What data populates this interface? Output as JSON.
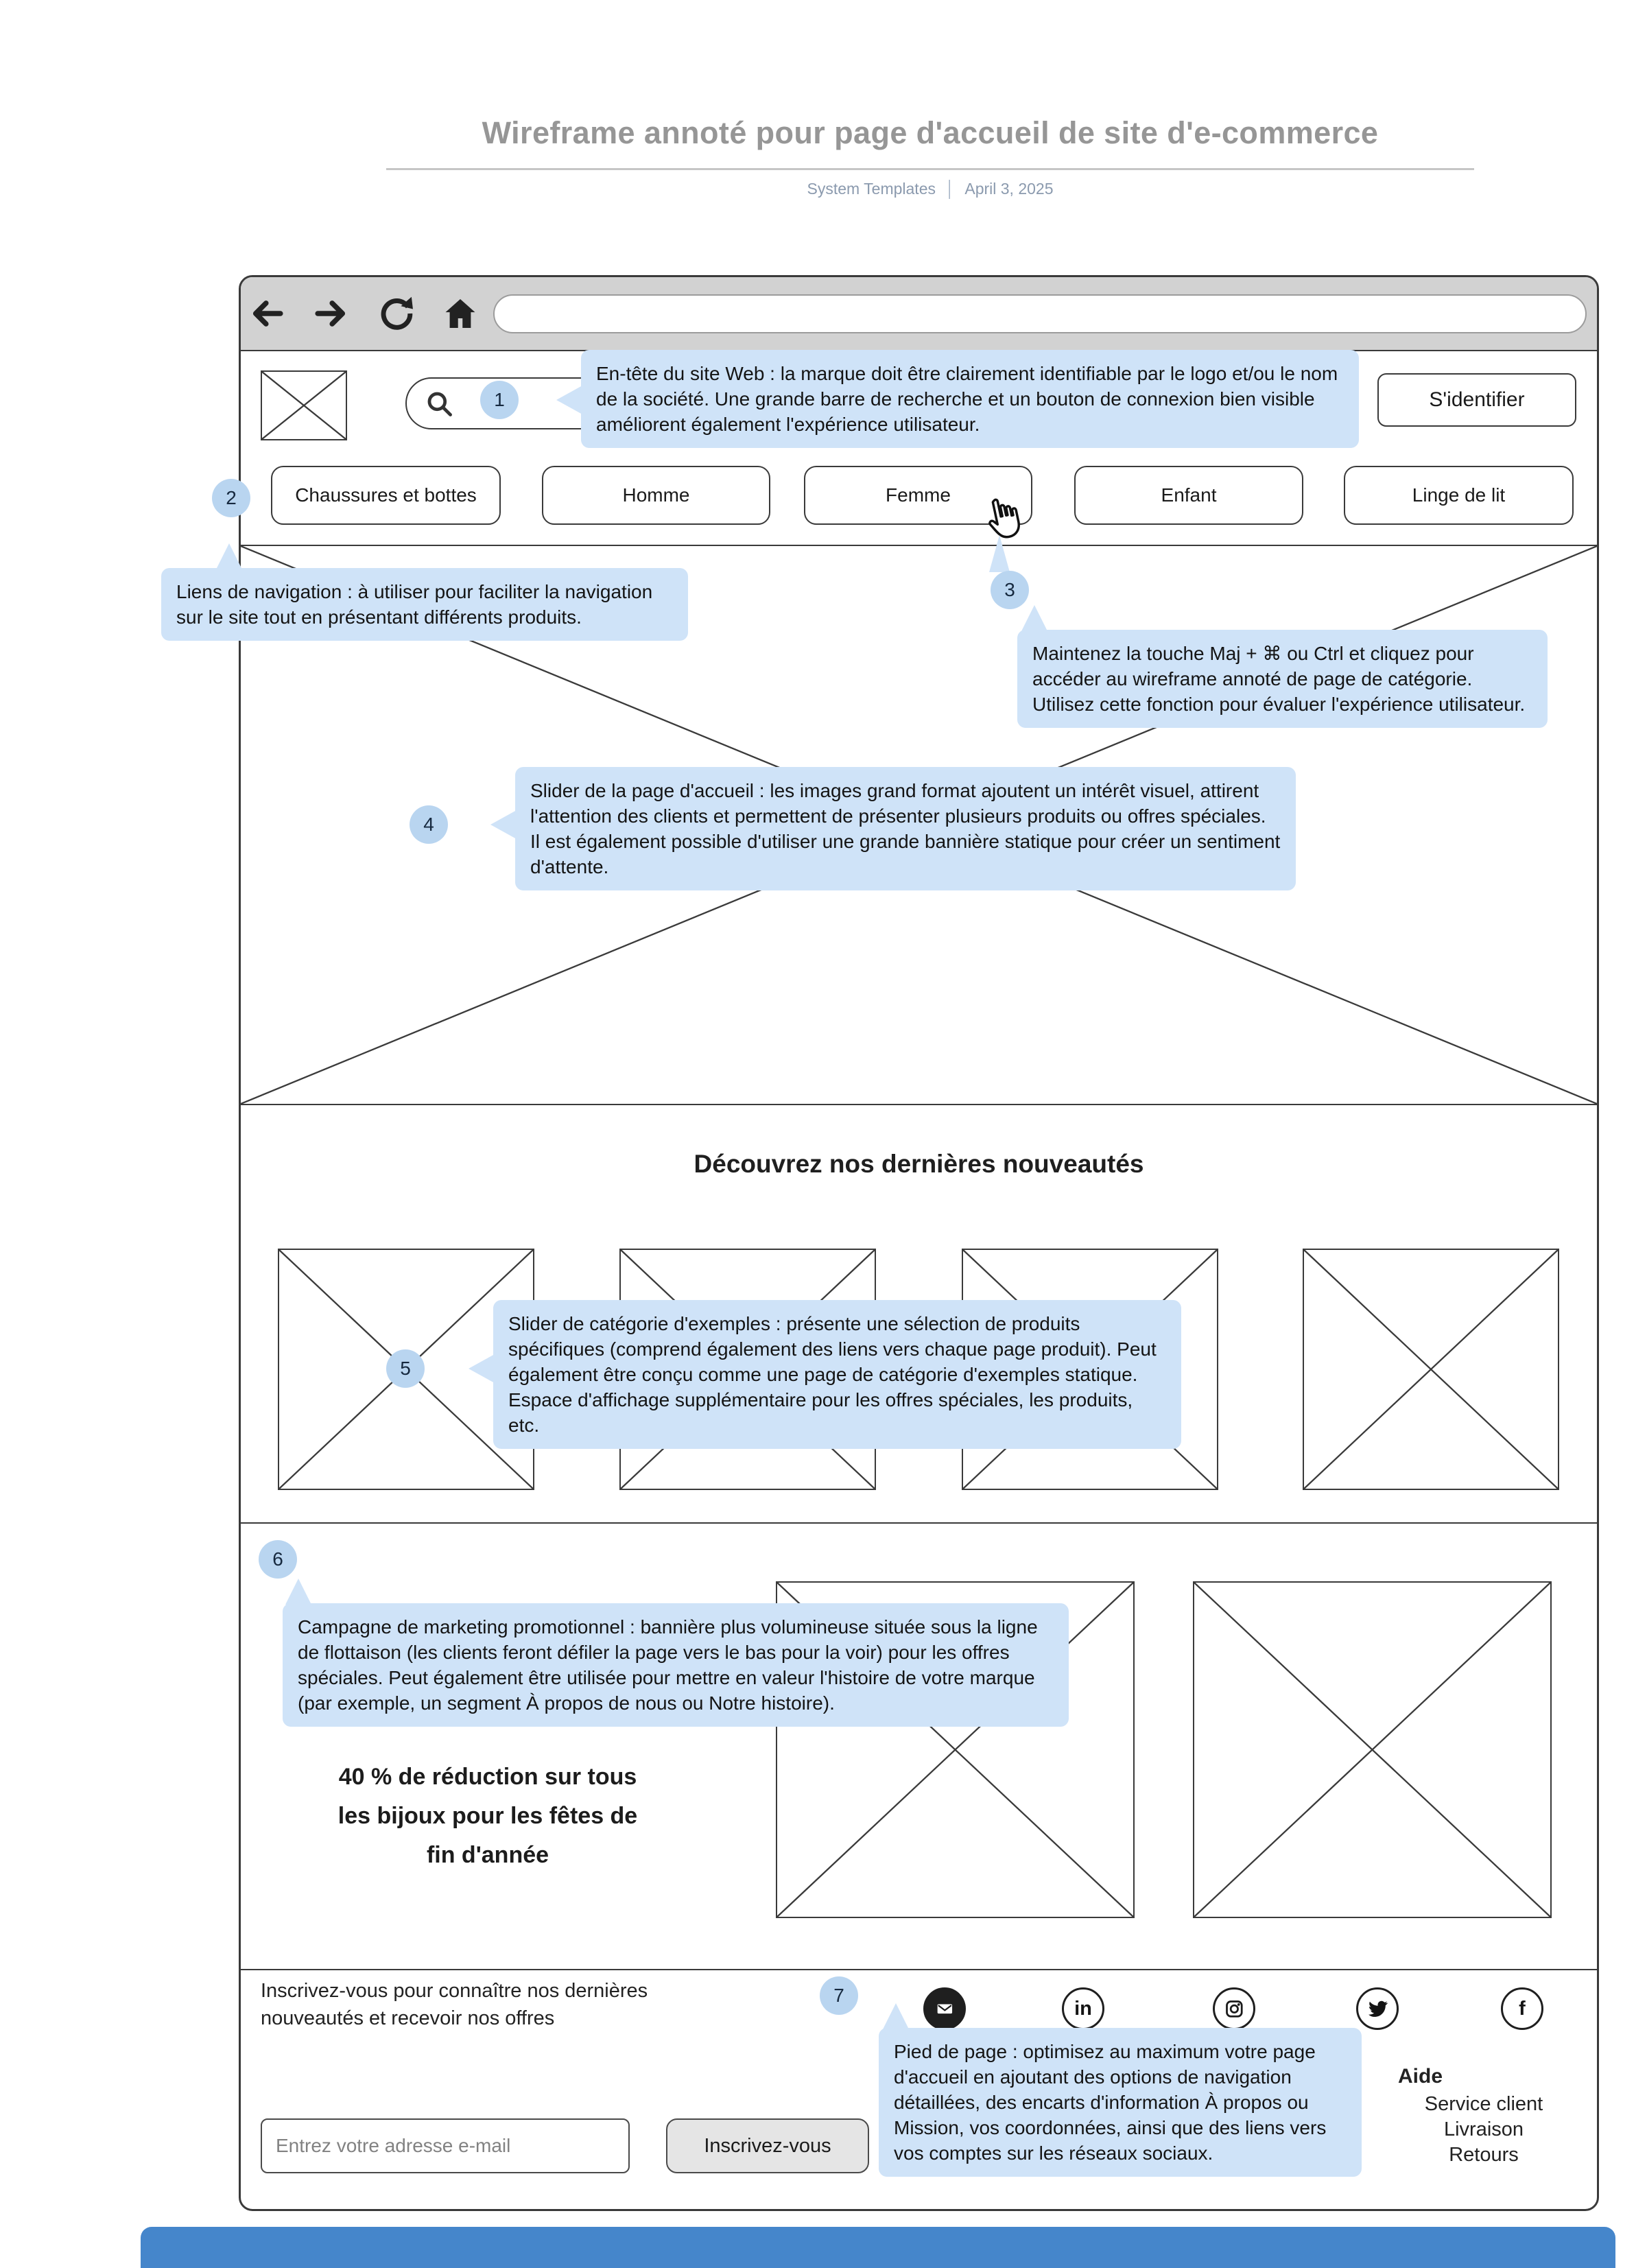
{
  "document": {
    "title": "Wireframe annoté pour page d'accueil de site d'e-commerce",
    "source": "System Templates",
    "separator": "│",
    "date": "April 3, 2025"
  },
  "browser": {
    "toolbar_icons": [
      "back-icon",
      "forward-icon",
      "refresh-icon",
      "home-icon"
    ],
    "url_value": ""
  },
  "header": {
    "signin_label": "S'identifier",
    "search_placeholder": ""
  },
  "nav": {
    "items": [
      "Chaussures et bottes",
      "Homme",
      "Femme",
      "Enfant",
      "Linge de lit"
    ]
  },
  "new_arrivals": {
    "heading": "Découvrez nos dernières nouveautés"
  },
  "promo": {
    "lines": [
      "40 % de réduction sur tous",
      "les bijoux pour les fêtes de",
      "fin d'année"
    ]
  },
  "footer": {
    "newsletter_text": "Inscrivez-vous pour connaître nos dernières nouveautés et recevoir nos offres",
    "email_placeholder": "Entrez votre adresse e-mail",
    "subscribe_label": "Inscrivez-vous",
    "help_title": "Aide",
    "links": [
      "Service client",
      "Livraison",
      "Retours"
    ],
    "social_icons": [
      "email-icon",
      "linkedin-icon",
      "instagram-icon",
      "twitter-icon",
      "facebook-icon"
    ],
    "social_glyphs": {
      "linkedin": "in",
      "facebook": "f"
    }
  },
  "annotations": [
    {
      "number": "1",
      "text": "En-tête du site Web : la marque doit être clairement identifiable par le logo et/ou le nom de la société. Une grande barre de recherche et un bouton de connexion bien visible améliorent également l'expérience utilisateur."
    },
    {
      "number": "2",
      "text": "Liens de navigation : à utiliser pour faciliter la navigation sur le site tout en présentant différents produits."
    },
    {
      "number": "3",
      "text": "Maintenez la touche Maj + ⌘ ou Ctrl et cliquez pour accéder au wireframe annoté de page de catégorie. Utilisez cette fonction pour évaluer l'expérience utilisateur."
    },
    {
      "number": "4",
      "text": "Slider de la page d'accueil : les images grand format ajoutent un intérêt visuel, attirent l'attention des clients et permettent de présenter plusieurs produits ou offres spéciales. Il est également possible d'utiliser une grande bannière statique pour créer un sentiment d'attente."
    },
    {
      "number": "5",
      "text": "Slider de catégorie d'exemples : présente une sélection de produits spécifiques (comprend également des liens vers chaque page produit). Peut également être conçu comme une page de catégorie d'exemples statique. Espace d'affichage supplémentaire pour les offres spéciales, les produits, etc."
    },
    {
      "number": "6",
      "text": "Campagne de marketing promotionnel : bannière plus volumineuse située sous la ligne de flottaison (les clients feront défiler la page vers le bas pour la voir) pour les offres spéciales. Peut également être utilisée pour mettre en valeur l'histoire de votre marque (par exemple, un segment À propos de nous ou Notre histoire)."
    },
    {
      "number": "7",
      "text": "Pied de page : optimisez au maximum votre page d'accueil en ajoutant des options de navigation détaillées, des encarts d'information À propos ou Mission, vos coordonnées, ainsi que des liens vers vos comptes sur les réseaux sociaux."
    }
  ],
  "colors": {
    "callout_bg": "#cfe3f8",
    "badge_bg": "#b9d5f0",
    "accent_strip": "#4586cb",
    "wireframe_line": "#3a3a3a",
    "toolbar_gray": "#d2d2d2",
    "title_gray": "#969696",
    "subtitle_blue": "#8b9aae"
  }
}
